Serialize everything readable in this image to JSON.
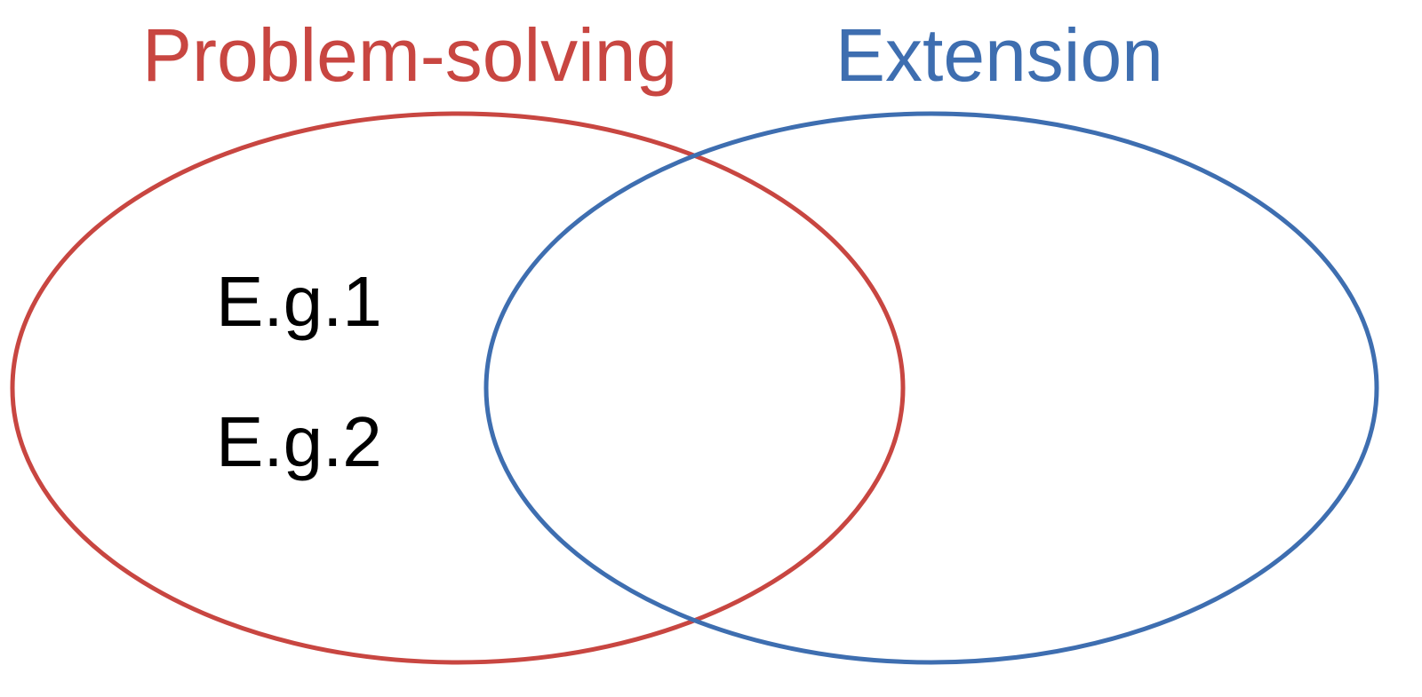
{
  "diagram": {
    "type": "venn",
    "sets": [
      {
        "label": "Problem-solving",
        "color": "#c84641",
        "items": [
          "E.g.1",
          "E.g.2"
        ]
      },
      {
        "label": "Extension",
        "color": "#3e6eb0",
        "items": []
      }
    ],
    "intersection_items": []
  }
}
